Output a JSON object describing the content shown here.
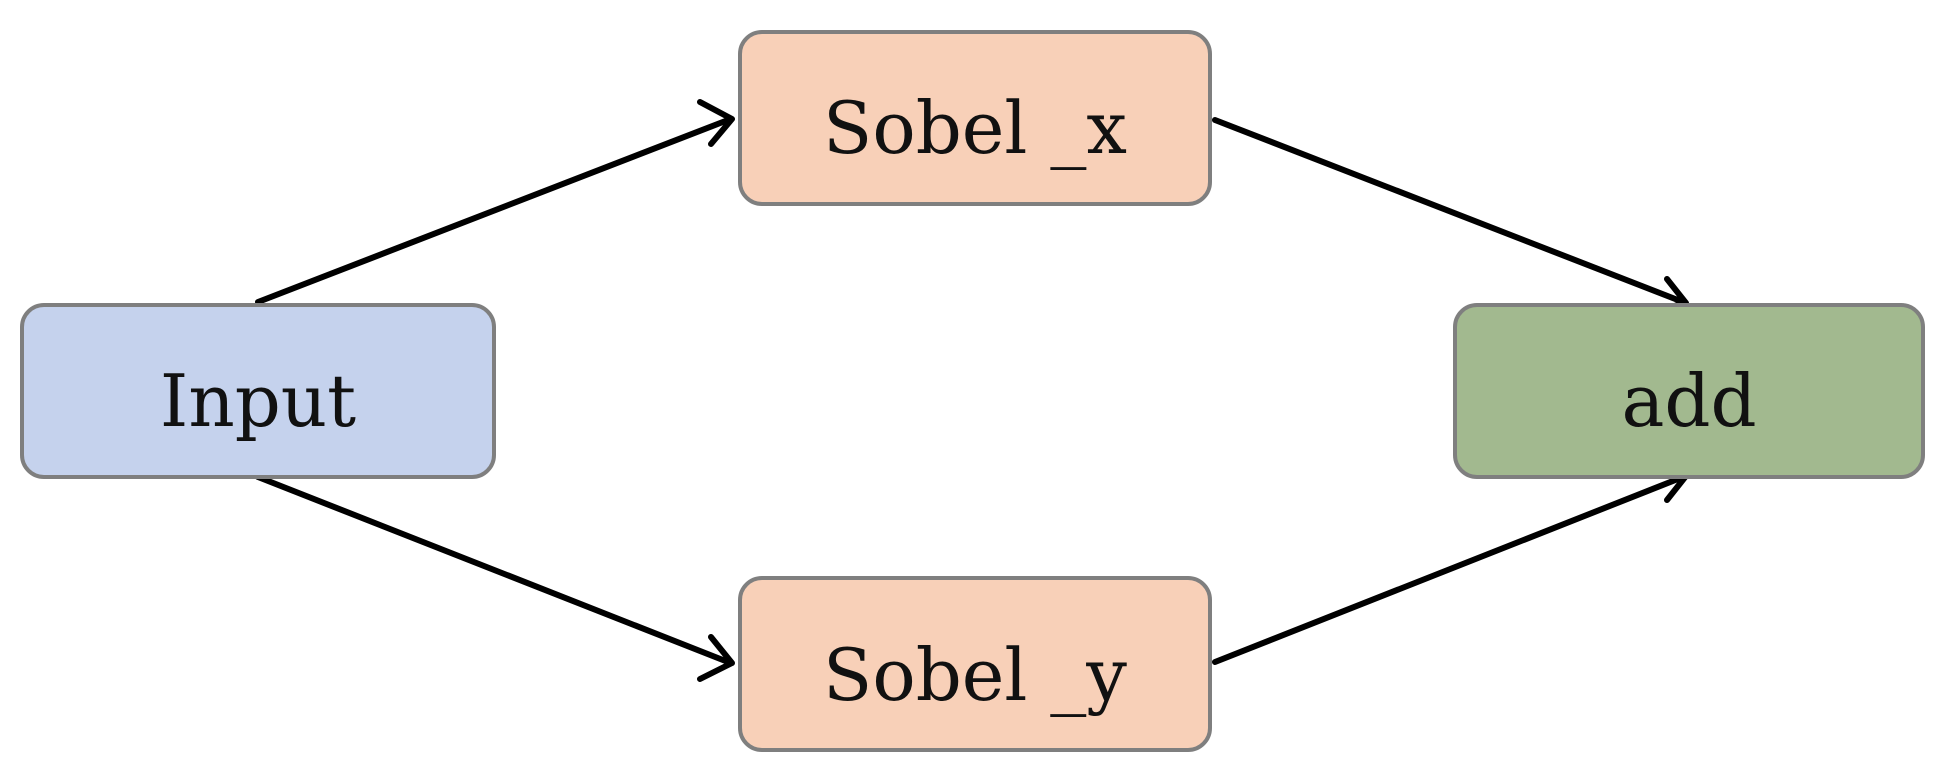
{
  "nodes": {
    "input": {
      "label": "Input",
      "color": "#c5d2ed"
    },
    "sobel_x": {
      "label": "Sobel _x",
      "color": "#f8d0b8"
    },
    "sobel_y": {
      "label": "Sobel _y",
      "color": "#f8d0b8"
    },
    "add": {
      "label": "add",
      "color": "#a2b98f"
    }
  },
  "edges": [
    {
      "from": "input",
      "to": "sobel_x"
    },
    {
      "from": "input",
      "to": "sobel_y"
    },
    {
      "from": "sobel_x",
      "to": "add"
    },
    {
      "from": "sobel_y",
      "to": "add"
    }
  ],
  "colors": {
    "border": "#7f7f7f",
    "arrow": "#000000",
    "text": "#111111"
  }
}
